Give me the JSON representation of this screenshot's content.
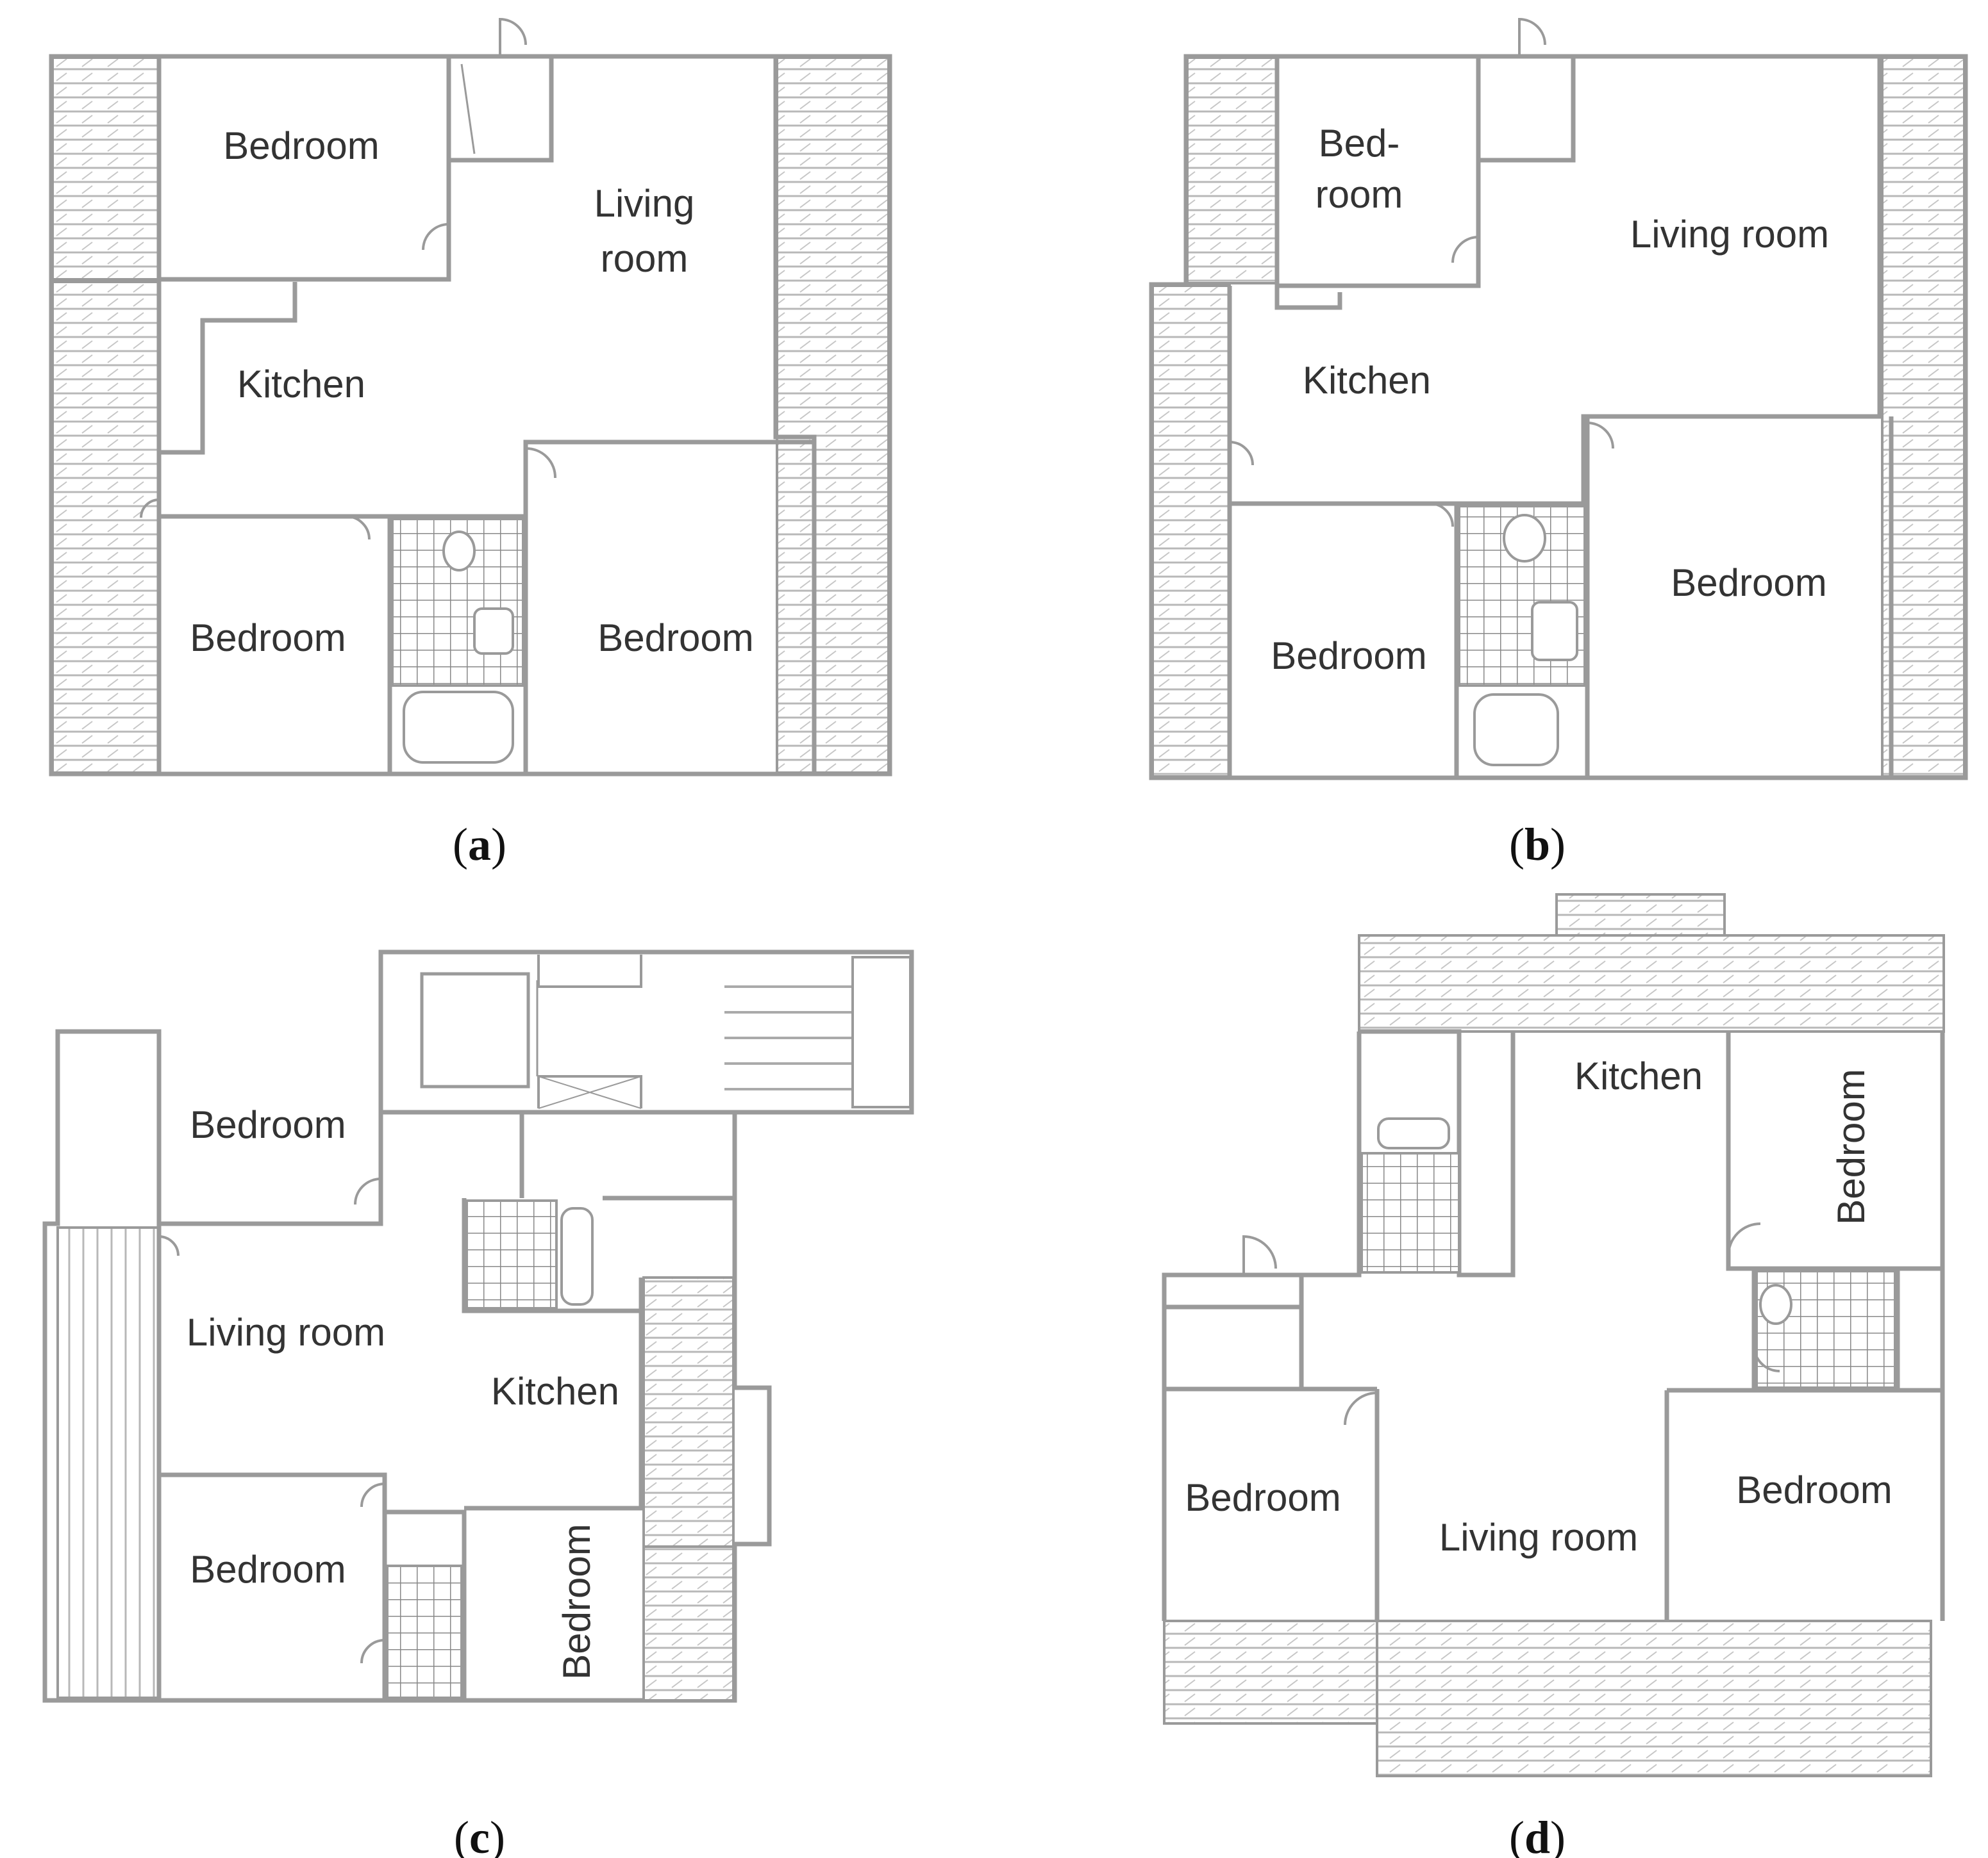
{
  "colors": {
    "wall": "#9a9a9a",
    "hatch": "#b5b5b5",
    "text": "#333333",
    "caption": "#111111"
  },
  "plans": {
    "a": {
      "caption": "a",
      "rooms": {
        "bedroom_top": "Bedroom",
        "living_1": "Living",
        "living_2": "room",
        "kitchen": "Kitchen",
        "bedroom_bl": "Bedroom",
        "bedroom_br": "Bedroom"
      }
    },
    "b": {
      "caption": "b",
      "rooms": {
        "bedroom_top_1": "Bed-",
        "bedroom_top_2": "room",
        "living": "Living room",
        "kitchen": "Kitchen",
        "bedroom_bl": "Bedroom",
        "bedroom_br": "Bedroom"
      }
    },
    "c": {
      "caption": "c",
      "rooms": {
        "bedroom_top": "Bedroom",
        "living": "Living room",
        "kitchen": "Kitchen",
        "bedroom_bl": "Bedroom",
        "bedroom_br": "Bedroom"
      }
    },
    "d": {
      "caption": "d",
      "rooms": {
        "kitchen": "Kitchen",
        "bedroom_tr": "Bedroom",
        "bedroom_l": "Bedroom",
        "living": "Living room",
        "bedroom_r": "Bedroom"
      }
    }
  }
}
